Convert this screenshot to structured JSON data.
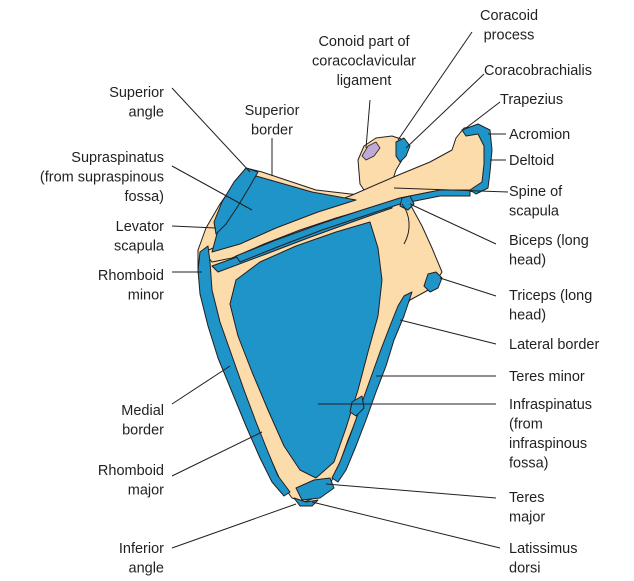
{
  "colors": {
    "bone": "#fcdcaa",
    "muscle_attachment": "#1f94c8",
    "ligament_attachment": "#c0a8d8",
    "line": "#231f20"
  },
  "labels": {
    "coracoid_process": [
      "Coracoid",
      "process"
    ],
    "conoid_part": [
      "Conoid part of",
      "coracoclavicular",
      "ligament"
    ],
    "coracobrachialis": [
      "Coracobrachialis"
    ],
    "trapezius": [
      "Trapezius"
    ],
    "superior_angle": [
      "Superior",
      "angle"
    ],
    "superior_border": [
      "Superior",
      "border"
    ],
    "acromion": [
      "Acromion"
    ],
    "deltoid": [
      "Deltoid"
    ],
    "supraspinatus": [
      "Supraspinatus",
      "(from supraspinous",
      "fossa)"
    ],
    "spine_of_scapula": [
      "Spine of",
      "scapula"
    ],
    "levator_scapula": [
      "Levator",
      "scapula"
    ],
    "biceps_long_head": [
      "Biceps (long",
      "head)"
    ],
    "rhomboid_minor": [
      "Rhomboid",
      "minor"
    ],
    "triceps_long_head": [
      "Triceps (long",
      "head)"
    ],
    "lateral_border": [
      "Lateral border"
    ],
    "teres_minor": [
      "Teres minor"
    ],
    "medial_border": [
      "Medial",
      "border"
    ],
    "infraspinatus": [
      "Infraspinatus",
      "(from",
      "infraspinous",
      "fossa)"
    ],
    "rhomboid_major": [
      "Rhomboid",
      "major"
    ],
    "teres_major": [
      "Teres",
      "major"
    ],
    "inferior_angle": [
      "Inferior",
      "angle"
    ],
    "latissimus_dorsi": [
      "Latissimus",
      "dorsi"
    ]
  }
}
